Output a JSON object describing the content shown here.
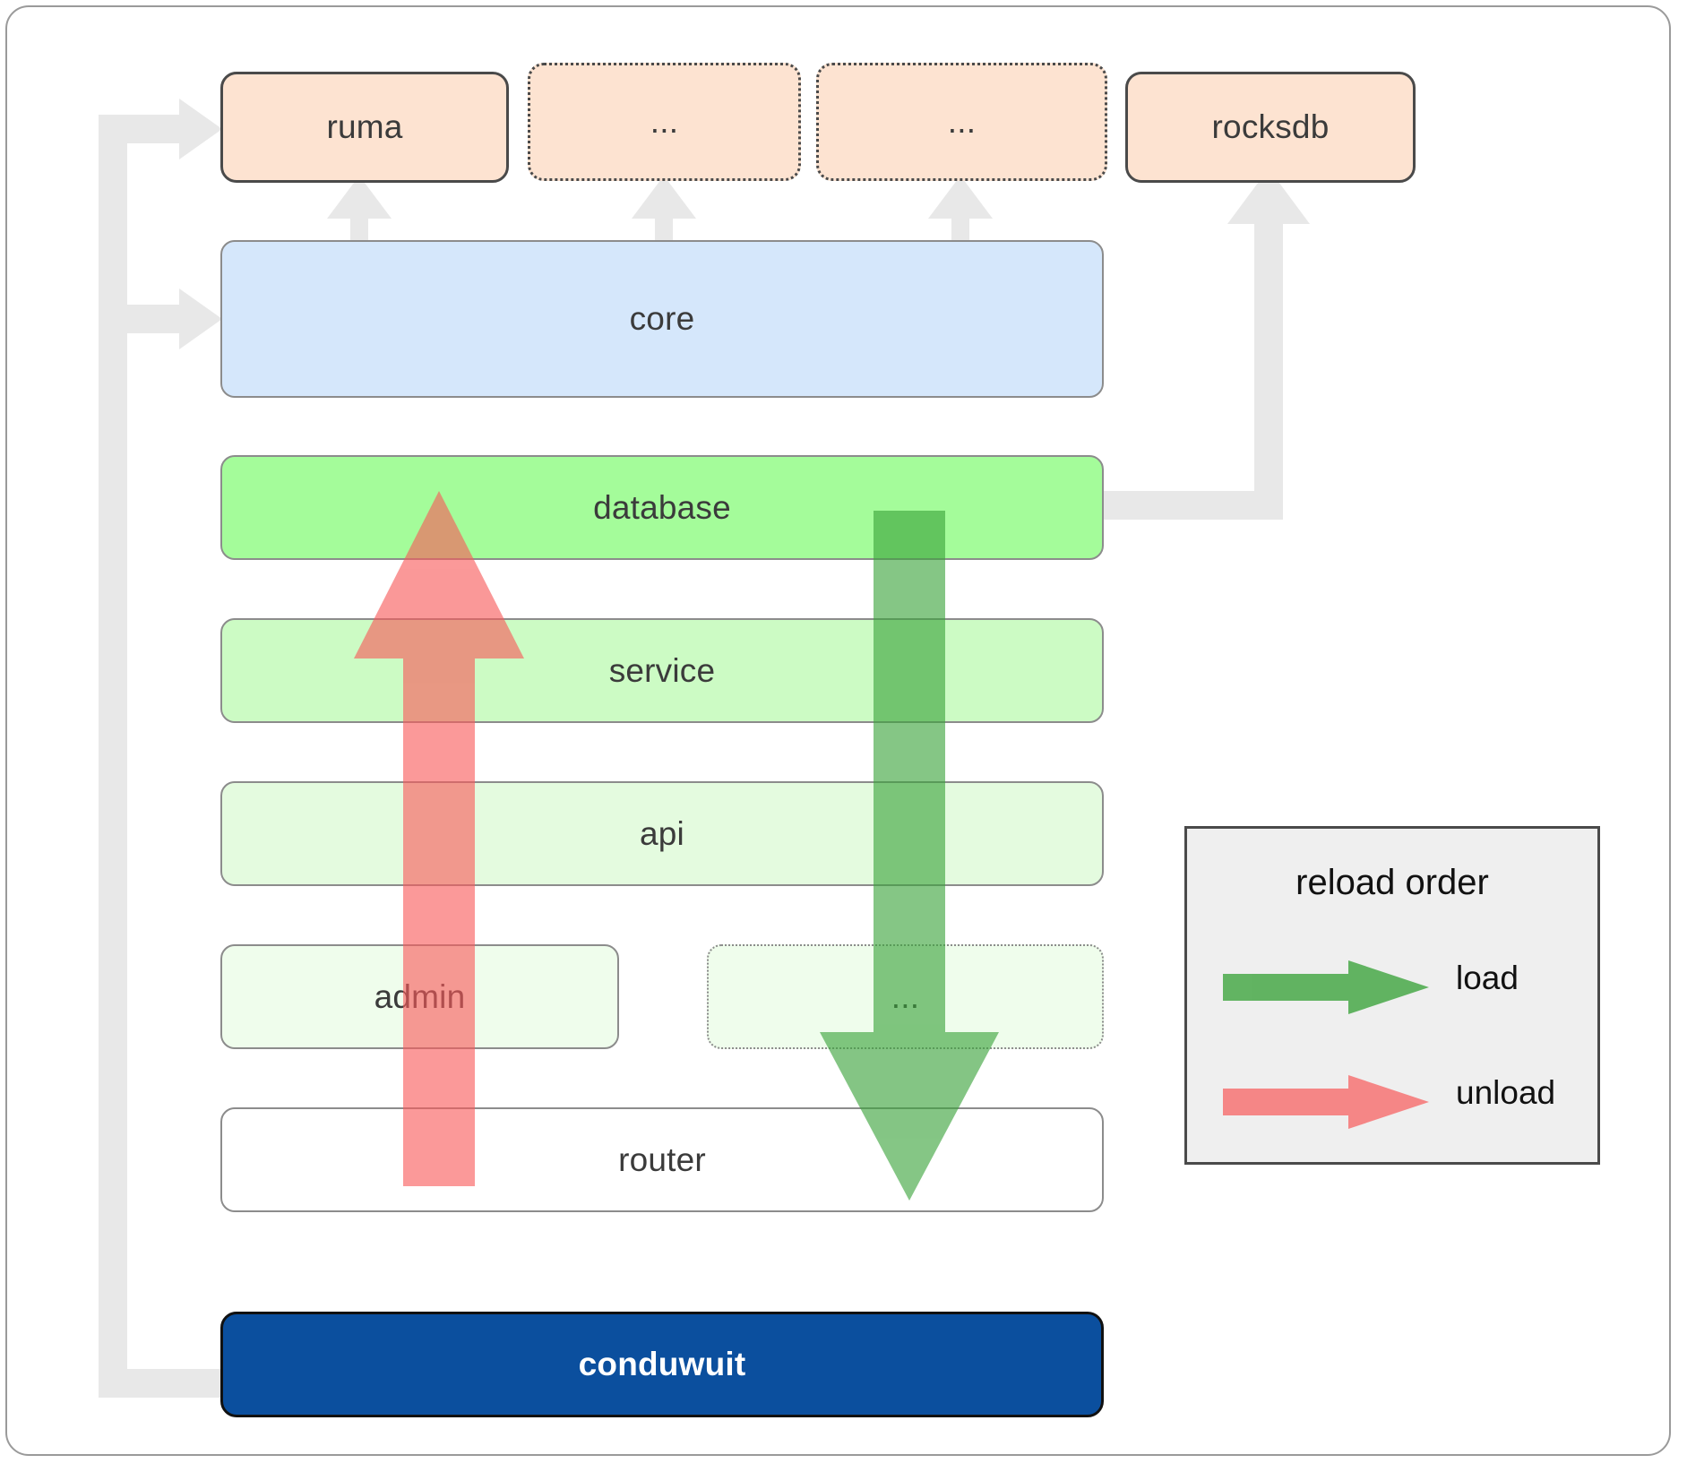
{
  "diagram": {
    "title": "conduwuit module reload architecture",
    "colors": {
      "dependency_box_fill": "#fde3d1",
      "core_fill": "#d5e7fb",
      "database_fill": "#a4fc9a",
      "service_fill": "#ccfbc4",
      "api_fill": "#e4fbdf",
      "admin_fill": "#effdec",
      "router_fill": "#ffffff",
      "conduwuit_fill": "#0b4f9e",
      "load_arrow": "#4caf50",
      "unload_arrow": "#f98080",
      "connector": "#e8e8e8",
      "legend_bg": "#efefef"
    },
    "top_row": [
      {
        "label": "ruma",
        "style": "solid"
      },
      {
        "label": "...",
        "style": "dotted"
      },
      {
        "label": "...",
        "style": "dotted"
      },
      {
        "label": "rocksdb",
        "style": "solid"
      }
    ],
    "layers": [
      {
        "label": "core",
        "style": "solid"
      },
      {
        "label": "database",
        "style": "solid"
      },
      {
        "label": "service",
        "style": "solid"
      },
      {
        "label": "api",
        "style": "solid"
      }
    ],
    "lower_row": [
      {
        "label": "admin",
        "style": "solid"
      },
      {
        "label": "...",
        "style": "dotted"
      }
    ],
    "router": {
      "label": "router",
      "style": "solid"
    },
    "root": {
      "label": "conduwuit",
      "style": "solid"
    }
  },
  "legend": {
    "title": "reload order",
    "items": [
      {
        "label": "load",
        "color": "#4caf50",
        "direction": "right"
      },
      {
        "label": "unload",
        "color": "#f98080",
        "direction": "right"
      }
    ]
  }
}
